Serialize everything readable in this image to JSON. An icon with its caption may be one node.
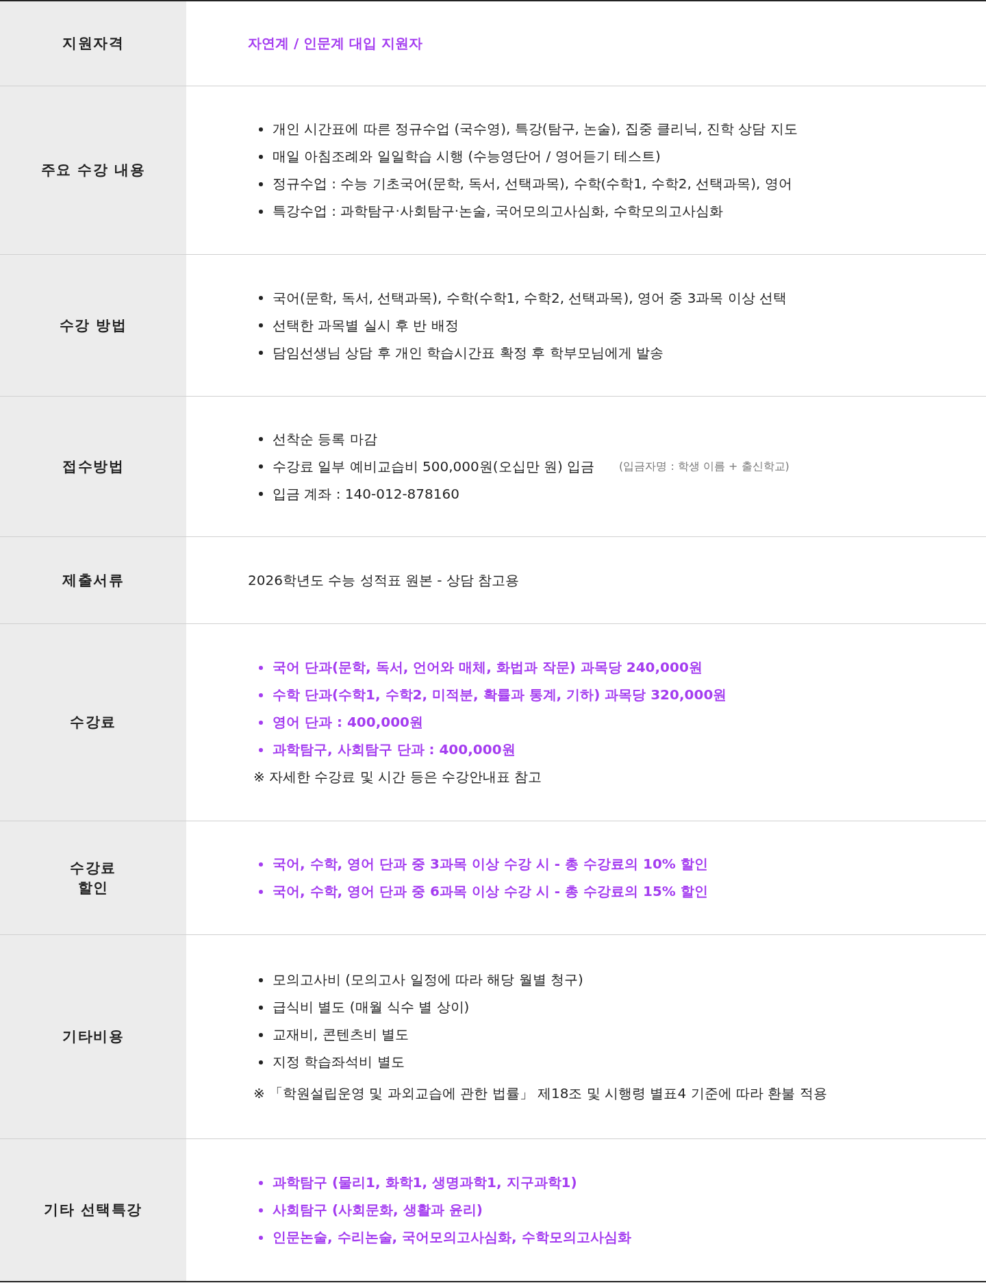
{
  "diagram": {
    "nodes": [
      {
        "text": [
          "지원자격"
        ]
      },
      {
        "text": [
          "주요 수강 내용"
        ],
        "beside": [
          "개인 시간표에 따른 정규수업 (국수영), 특강(탐구, 논술), 집중 클리닉, 진학 상담 지도",
          "매일 아침조례와 일일학습 시행 (수능영단어 / 영어듣기 테스트)",
          "정규수업 : 수능 기초국어(문학, 독서, 선택과목), 수학(수학1, 수학2, 선택과목), 영어",
          "특강수업 : 과학탐구·사회탐구·논술, 국어모의고사심화, 수학모의고사심화"
        ]
      },
      {
        "text": [
          "수강 방법"
        ],
        "beside": [
          "국어(문학, 독서, 선택과목), 수학(수학1, 수학2, 선택과목), 영어 중 3과목 이상 선택",
          "선택한 과목별 실시 후 반 배정",
          "담임선생님 상담 후 개인 학습시간표 확정 후 학부모님에게 발송"
        ]
      },
      {
        "text": [
          "접수방법"
        ],
        "beside": [
          "선착순 등록 마감",
          "수강료 일부 예비교습비 500,000원(오십만 원) 입금",
          "(입금자명 : 학생 이름 + 출신학교)",
          "입금 계좌 : 140-012-878160"
        ]
      },
      {
        "text": [
          "제출서류"
        ]
      },
      {
        "text": [
          "수강료"
        ],
        "beside": [
          "국어 단과(문학, 독서, 언어와 매체, 화법과 작문) 과목당 240,000원",
          "수학 단과(수학1, 수학2, 미적분, 확률과 통계, 기하) 과목당 320,000원",
          "영어 단과 : 400,000원",
          "과학탐구, 사회탐구 단과 : 400,000원",
          "※ 자세한 수강료 및 시간 등은 수강안내표 참고"
        ]
      },
      {
        "text": [
          "수강료 할인"
        ],
        "beside": [
          "국어, 수학, 영어 단과 중 3과목 이상 수강 시 - 총 수강료의 10% 할인",
          "국어, 수학, 영어 단과 중 6과목 이상 수강 시 - 총 수강료의 15% 할인"
        ]
      },
      {
        "text": [
          "기타비용"
        ],
        "beside": [
          "모의고사비 (모의고사 일정에 따라 해당 월별 청구)",
          "급식비 별도 (매월 식수 별 상이)",
          "교재비, 콘텐츠비 별도",
          "지정 학습좌석비 별도",
          "※  「학원설립운영 및 과외교습에 관한 법률」 제18조 및 시행령 별표4 기준에 따라 환불 적용"
        ]
      },
      {
        "text": [
          "기타 선택특강"
        ],
        "beside": [
          "과학탐구 (물리1, 화학1, 생명과학1, 지구과학1)",
          "사회탐구 (사회문화, 생활과 윤리)",
          "인문논술, 수리논술, 국어모의고사심화, 수학모의고사심화"
        ]
      }
    ],
    "labels": [
      "자연계 / 인문계 대입 지원자",
      "2026학년도 수능 성적표 원본 - 상담 참고용"
    ]
  }
}
